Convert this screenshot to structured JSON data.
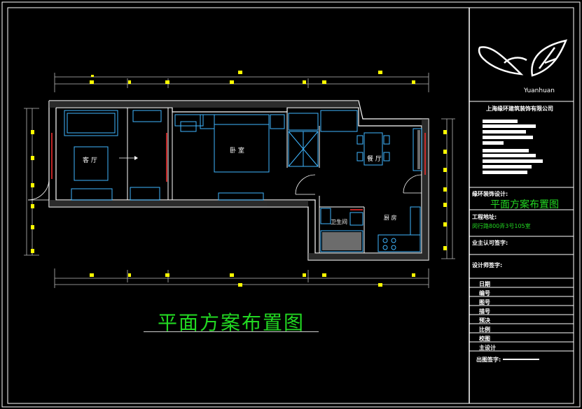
{
  "drawing": {
    "title": "平面方案布置图",
    "rooms": {
      "living": "客 厅",
      "bedroom": "卧 室",
      "dining": "餐 厅",
      "bathroom": "卫生间",
      "kitchen": "厨 房"
    }
  },
  "title_block": {
    "logo_text": "Yuanhuan",
    "company": "上海缘环建筑装饰有限公司",
    "design_label": "缘环装饰设计:",
    "design_value": "平面方案布置图",
    "address_label": "工程地址:",
    "address_value": "闵行路800弄3号105室",
    "client_label": "业主认可签字:",
    "designer_label": "设计师签字:",
    "rows": [
      "日期",
      "编号",
      "图号",
      "描号",
      "预决",
      "比例",
      "校图",
      "主设计"
    ],
    "issue_label": "出图签字:"
  },
  "colors": {
    "wall": "#ffffff",
    "furniture": "#3fb6ff",
    "dimension": "#cccccc",
    "marker": "#ffff00",
    "title": "#22d822",
    "door": "#ff3030",
    "gray_fill": "#9a9a9a"
  }
}
